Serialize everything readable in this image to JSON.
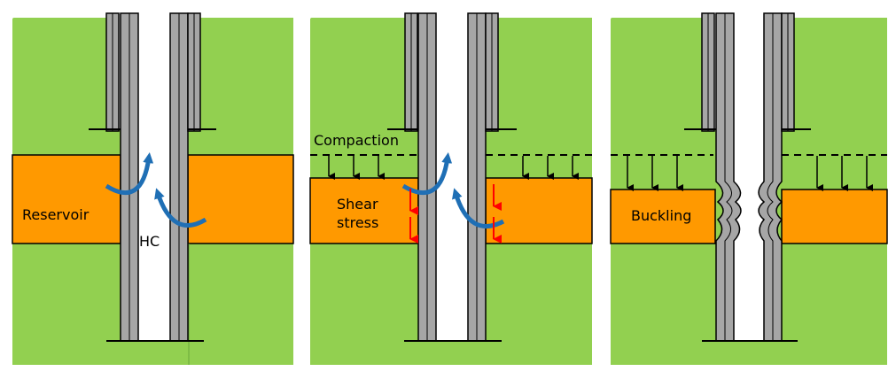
{
  "panels": [
    {
      "labels": {
        "reservoir": "Reservoir",
        "hc": "HC"
      }
    },
    {
      "labels": {
        "compaction": "Compaction",
        "shear_line1": "Shear",
        "shear_line2": "stress"
      }
    },
    {
      "labels": {
        "buckling": "Buckling"
      }
    }
  ],
  "colors": {
    "formation": "#92d050",
    "reservoir": "#ff9900",
    "casing": "#a6a6a6",
    "outline": "#000000",
    "flow_arrow": "#1f6fb5",
    "stress_arrow": "#ff0000"
  }
}
